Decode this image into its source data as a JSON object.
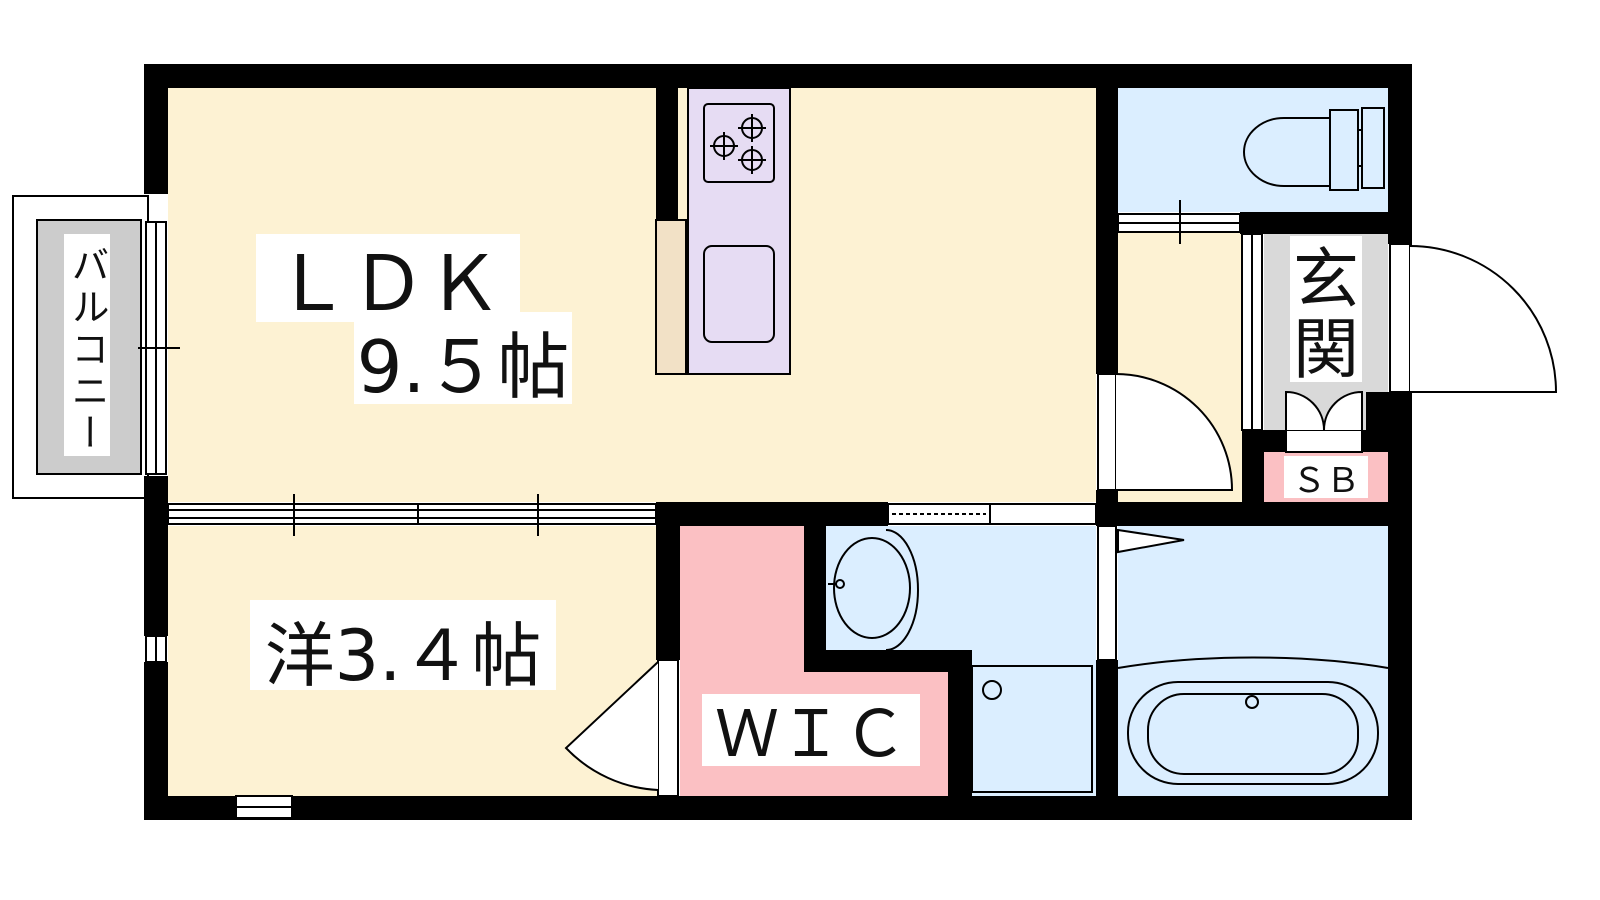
{
  "rooms": {
    "ldk": {
      "name": "ＬＤＫ",
      "size": "9.５帖"
    },
    "western": {
      "label": "洋3.４帖"
    },
    "wic": {
      "label": "ＷＩＣ"
    },
    "entrance": {
      "char1": "玄",
      "char2": "関"
    },
    "shoebox": {
      "label": "ＳＢ"
    },
    "balcony": {
      "label": "バルコニー"
    }
  },
  "colors": {
    "wall": "#000000",
    "ldk_floor": "#fdf2d3",
    "wet_area": "#dbeeff",
    "wic_floor": "#fbc0c3",
    "kitchen_counter": "#e6dcf3",
    "entrance_floor": "#d9d9d9",
    "balcony_floor": "#cccccc",
    "shoebox_floor": "#fbc0c3",
    "shelf": "#f2e1c6"
  }
}
